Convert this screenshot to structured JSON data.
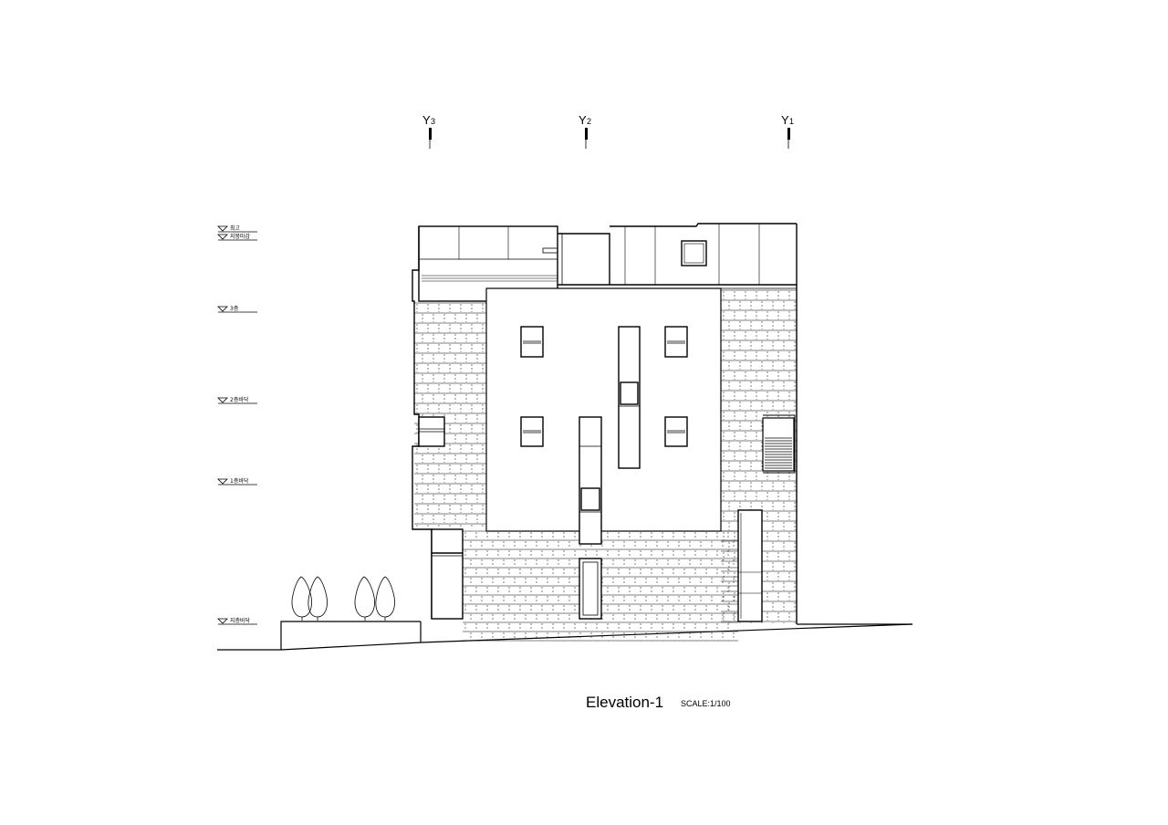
{
  "drawing": {
    "title": "Elevation-1",
    "scale": "SCALE:1/100",
    "axes": [
      {
        "letter": "Y",
        "sub": "3"
      },
      {
        "letter": "Y",
        "sub": "2"
      },
      {
        "letter": "Y",
        "sub": "1"
      }
    ],
    "levels": [
      {
        "label": "최고"
      },
      {
        "label": "지붕마감"
      },
      {
        "label": "3층"
      },
      {
        "label": "2층바닥"
      },
      {
        "label": "1층바닥"
      },
      {
        "label": "지층바닥"
      }
    ],
    "colors": {
      "line": "#000000",
      "background": "#ffffff"
    }
  }
}
